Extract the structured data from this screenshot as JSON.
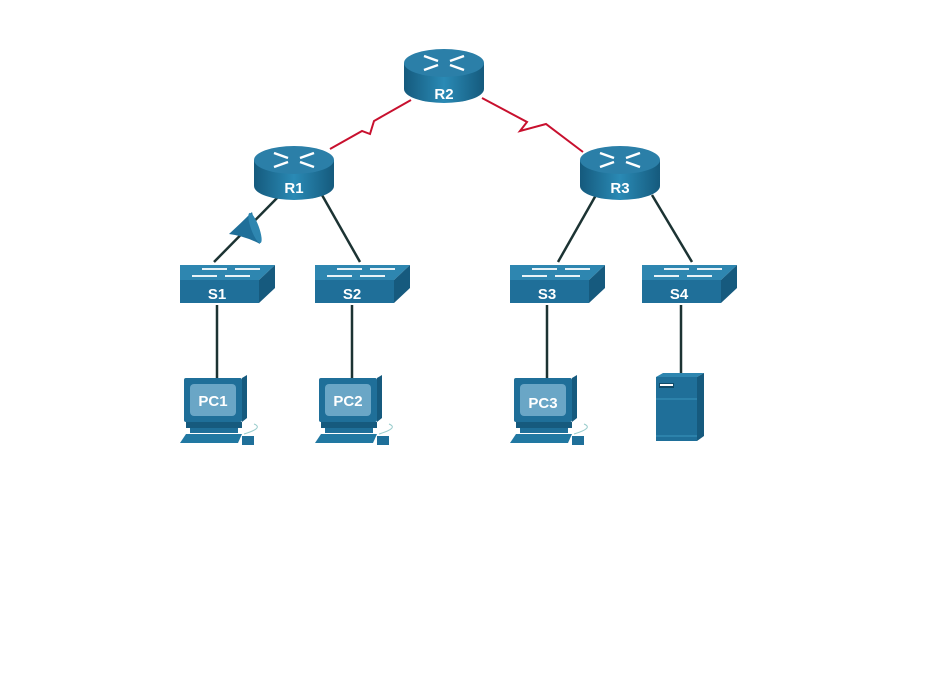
{
  "diagram": {
    "routers": [
      {
        "label": "R2"
      },
      {
        "label": "R1"
      },
      {
        "label": "R3"
      }
    ],
    "switches": [
      {
        "label": "S1"
      },
      {
        "label": "S2"
      },
      {
        "label": "S3"
      },
      {
        "label": "S4"
      }
    ],
    "pcs": [
      {
        "label": "PC1"
      },
      {
        "label": "PC2"
      },
      {
        "label": "PC3"
      }
    ],
    "colors": {
      "device": "#1f6f99",
      "serial_link": "#c8102e",
      "ethernet_link": "#1c3333"
    }
  }
}
